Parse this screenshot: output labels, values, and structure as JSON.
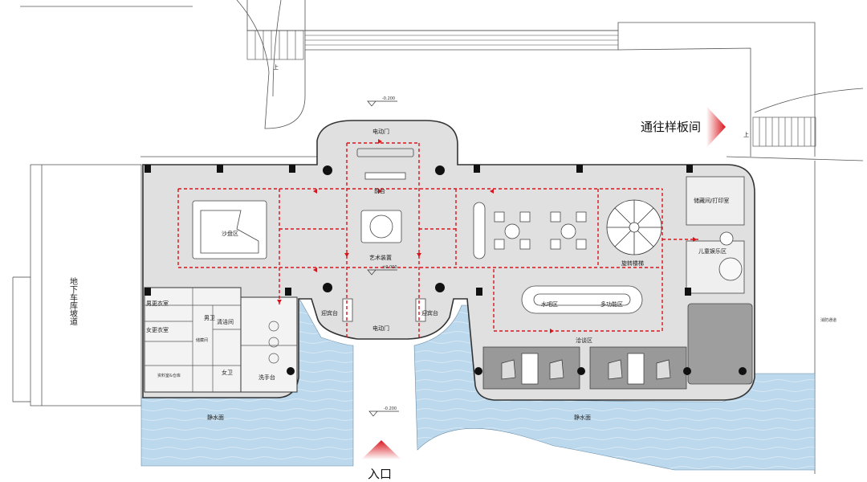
{
  "labels": {
    "to_showflat": "通往样板间",
    "entrance": "入口",
    "sand_table": "沙盘区",
    "art_installation": "艺术装置",
    "front_desk": "前台",
    "electric_door_top": "电动门",
    "electric_door_bottom": "电动门",
    "spiral_stair": "旋转楼梯",
    "storage_print": "储藏间/打印室",
    "kids_area": "儿童娱乐区",
    "water_bar": "水吧区",
    "multi_area": "多功能区",
    "negotiation": "洽谈区",
    "reception_left": "迎宾台",
    "reception_right": "迎宾台",
    "male_locker": "男更衣室",
    "female_locker": "女更衣室",
    "storage_room": "储藏间",
    "male_wc": "男卫",
    "cleaning_room": "清洁间",
    "female_wc": "女卫",
    "wash_basin": "洗手台",
    "file_storage": "资料室&仓库",
    "still_water_left": "静水面",
    "still_water_right": "静水面",
    "garage_ramp": "地下车库坡道",
    "fire_lane": "消防通道",
    "elev_top": "-0.200",
    "elev_mid": "±0.000",
    "elev_bottom": "-0.200",
    "up_left": "上",
    "up_right": "上"
  },
  "colors": {
    "line": "#333333",
    "floor": "#dedede",
    "water": "#b9d6ea",
    "route": "#d9141b",
    "arrow": "#d9141b"
  }
}
